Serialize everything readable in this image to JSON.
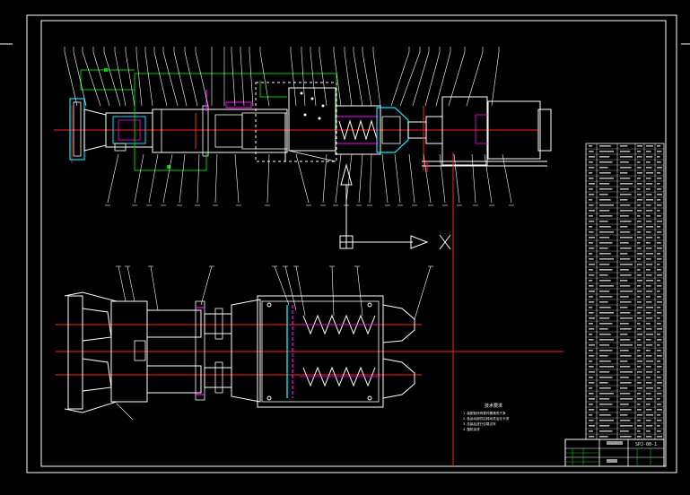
{
  "drawing": {
    "colors": {
      "background": "#000000",
      "frame": "#ffffff",
      "outline": "#ffffff",
      "centerline": "#ff2020",
      "dimension": "#00cc00",
      "section": "#00e5ff",
      "highlight": "#ff00ff",
      "leader": "#ffffff"
    },
    "views": [
      "side-elevation",
      "plan-view"
    ],
    "title_block": {
      "drawing_number": "SPJ-00-1",
      "company": "",
      "scale": "",
      "sheet": ""
    },
    "notes_heading": "技术要求",
    "notes": [
      "1.装配前所有零件需清洗干净",
      "2.各运动部件应转动灵活无卡滞",
      "3.总装后进行空载试车",
      "4.整机涂漆"
    ]
  }
}
